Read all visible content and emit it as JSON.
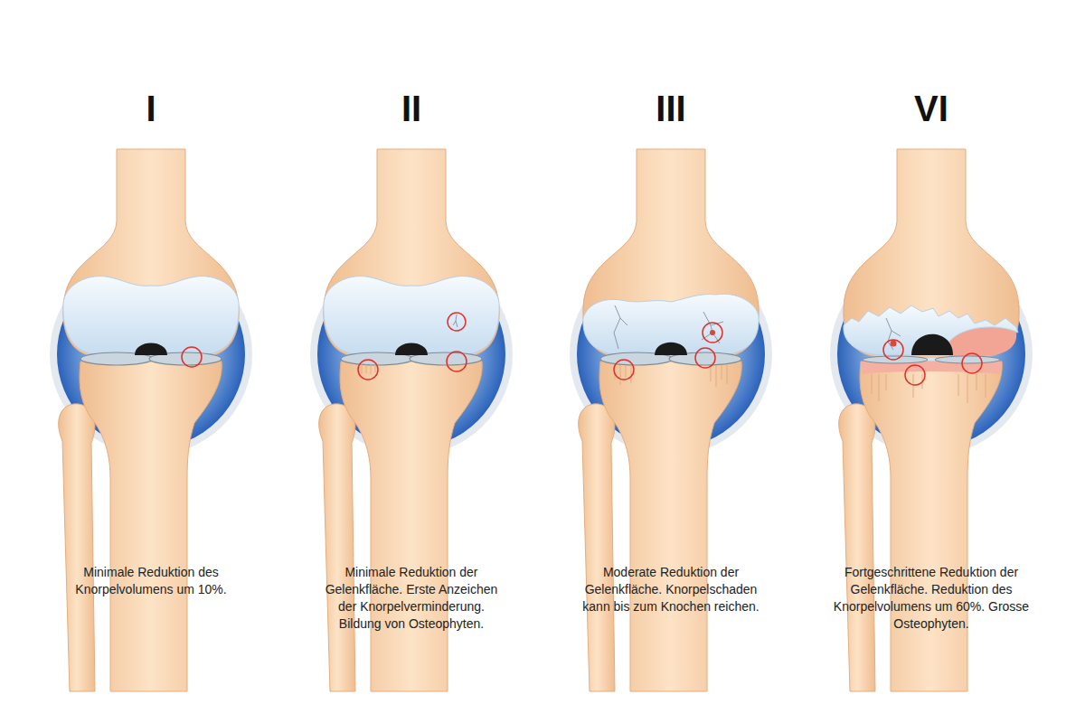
{
  "diagram": {
    "labels": [
      "I",
      "II",
      "III",
      "VI",
      "Minimale Reduktion des Knorpelvolumens um 10%.",
      "Minimale Reduktion der Gelenkfläche. Erste Anzeichen der Knorpelverminderung. Bildung von Osteophyten.",
      "Moderate Reduktion der Gelenkfläche. Knorpelschaden kann bis zum Knochen reichen.",
      "Fortgeschrittene Reduktion der Gelenkfläche. Reduktion des Knorpelvolumens um 60%. Grosse Osteophyten."
    ]
  }
}
